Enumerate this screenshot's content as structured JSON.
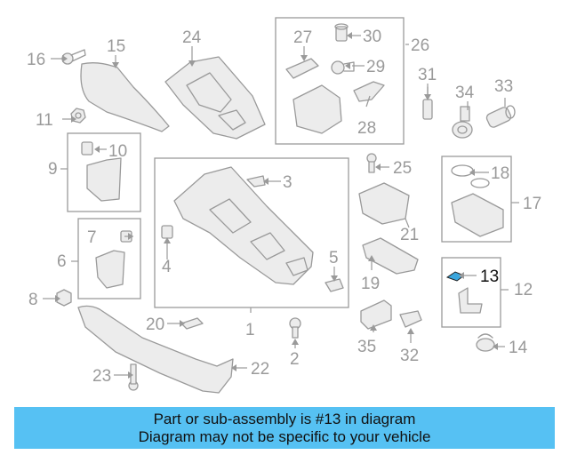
{
  "callouts": {
    "c1": "1",
    "c2": "2",
    "c3": "3",
    "c4": "4",
    "c5": "5",
    "c6": "6",
    "c7": "7",
    "c8": "8",
    "c9": "9",
    "c10": "10",
    "c11": "11",
    "c12": "12",
    "c13": "13",
    "c14": "14",
    "c15": "15",
    "c16": "16",
    "c17": "17",
    "c18": "18",
    "c19": "19",
    "c20": "20",
    "c21": "21",
    "c22": "22",
    "c23": "23",
    "c24": "24",
    "c25": "25",
    "c26": "26",
    "c27": "27",
    "c28": "28",
    "c29": "29",
    "c30": "30",
    "c31": "31",
    "c32": "32",
    "c33": "33",
    "c34": "34",
    "c35": "35"
  },
  "highlight_part": "13",
  "banner": {
    "line1": "Part or sub-assembly is #13 in diagram",
    "line2": "Diagram may not be specific to your vehicle"
  },
  "colors": {
    "banner_bg": "#56c1f3",
    "line_gray": "#9a9a9a",
    "highlight_fill": "#3aa6dd",
    "highlight_text": "#111111"
  }
}
